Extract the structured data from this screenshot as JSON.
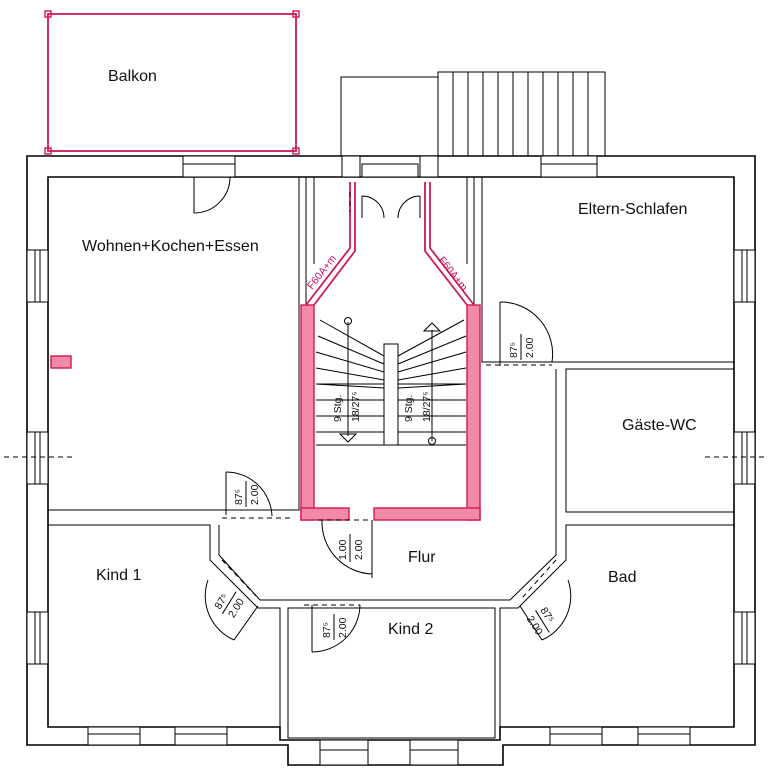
{
  "rooms": {
    "balkon": "Balkon",
    "wohnen": "Wohnen+Kochen+Essen",
    "eltern": "Eltern-Schlafen",
    "gaeste_wc": "Gäste-WC",
    "flur": "Flur",
    "kind1": "Kind 1",
    "kind2": "Kind 2",
    "bad": "Bad"
  },
  "stairs": {
    "left_steps": "9 Stg.",
    "left_rise": "18/27⁵",
    "right_steps": "9 Stg.",
    "right_rise": "18/27⁵"
  },
  "fire_labels": {
    "left": "F60A+m",
    "right": "F60A+m"
  },
  "door_dims": {
    "wohnen": {
      "width": "87⁵",
      "height": "2.00"
    },
    "eltern": {
      "width": "87⁵",
      "height": "2.00"
    },
    "flur": {
      "width": "1.00",
      "height": "2.00"
    },
    "kind1": {
      "width": "87⁵",
      "height": "2.00"
    },
    "kind2": {
      "width": "87⁵",
      "height": "2.00"
    },
    "bad": {
      "width": "87⁵",
      "height": "2.00"
    }
  },
  "colors": {
    "fire_wall_fill": "#f08aa6",
    "fire_wall_stroke": "#d11a52",
    "fire_label": "#cc1166",
    "wall": "#000000"
  }
}
